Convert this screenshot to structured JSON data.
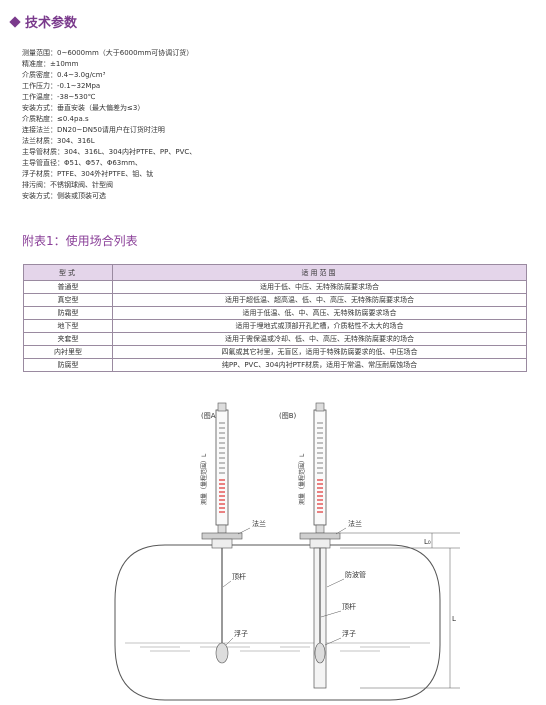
{
  "title": "技术参数",
  "specs": [
    "测量范围：0~6000mm（大于6000mm可协调订货）",
    "精准度：±10mm",
    "介质密度：0.4~3.0g/cm³",
    "工作压力：-0.1~32Mpa",
    "工作温度：-38~530℃",
    "安装方式：垂直安装（最大偏差为≤3）",
    "介质粘度：≤0.4pa.s",
    "连接法兰：DN20~DN50请用户在订货时注明",
    "法兰材质：304、316L",
    "主导管材质：304、316L、304内衬PTFE、PP、PVC、",
    "主导管直径：Φ51、Φ57、Φ63mm、",
    "浮子材质：PTFE、304外衬PTFE、钼、钛",
    "排污阀：不锈钢球阀、针型阀",
    "安装方式：侧装或顶装可选"
  ],
  "subtitle": "附表1：使用场合列表",
  "table": {
    "headers": [
      "型式",
      "适用范围"
    ],
    "rows": [
      [
        "普通型",
        "适用于低、中压、无特殊防腐要求场合"
      ],
      [
        "真空型",
        "适用于超低温、超高温、低、中、高压、无特殊防腐要求场合"
      ],
      [
        "防霜型",
        "适用于低温、低、中、高压、无特殊防腐要求场合"
      ],
      [
        "地下型",
        "适用于埋地式或顶部开孔贮槽，介质粘性不太大的场合"
      ],
      [
        "夹套型",
        "适用于需保温或冷却、低、中、高压、无特殊防腐要求的场合"
      ],
      [
        "内衬里型",
        "四氟或其它衬里，无盲区，适用于特殊防腐要求的低、中压场合"
      ],
      [
        "防腐型",
        "纯PP、PVC、304内衬PTF材质，适用于常温、常压耐腐蚀场合"
      ]
    ]
  },
  "diagram": {
    "label_a": "(图A)",
    "label_b": "(图B)",
    "scale_label": "测量（量程范围）L",
    "flange": "法兰",
    "rod": "顶杆",
    "wave_tube": "防波管",
    "float": "浮子",
    "dim_l0": "L₀",
    "dim_l": "L"
  },
  "colors": {
    "accent": "#7a3a8c",
    "table_header": "#e4d5ea",
    "scale_red": "#e03030"
  }
}
